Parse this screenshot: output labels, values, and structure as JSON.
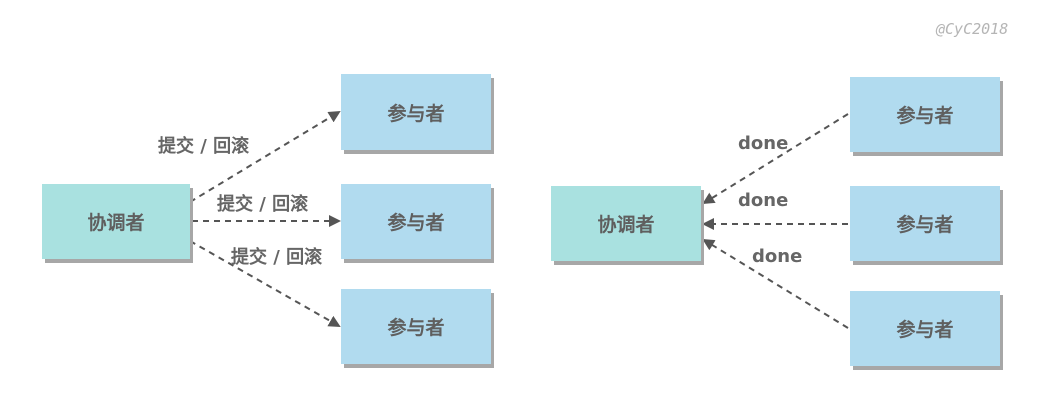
{
  "watermark": "@CyC2018",
  "left": {
    "coordinator": "协调者",
    "participants": [
      "参与者",
      "参与者",
      "参与者"
    ],
    "edge_labels": [
      "提交 / 回滚",
      "提交 / 回滚",
      "提交 / 回滚"
    ]
  },
  "right": {
    "coordinator": "协调者",
    "participants": [
      "参与者",
      "参与者",
      "参与者"
    ],
    "edge_labels": [
      "done",
      "done",
      "done"
    ]
  }
}
